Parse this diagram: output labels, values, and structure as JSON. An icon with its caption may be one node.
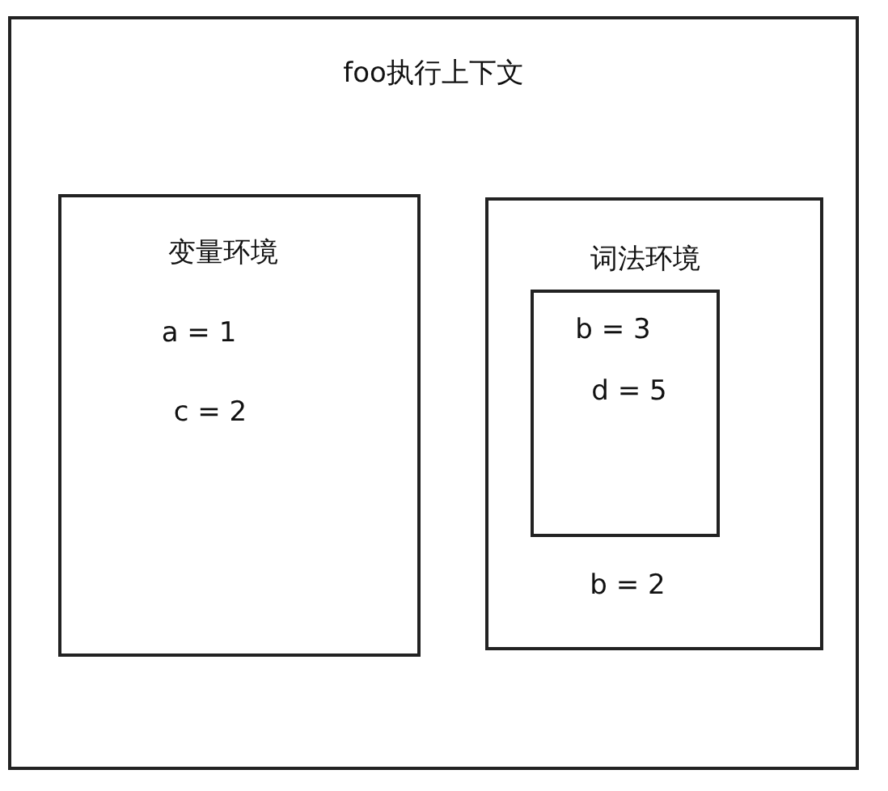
{
  "diagram": {
    "nodes": [
      {
        "text": [
          "foo执行上下文"
        ]
      },
      {
        "text": [
          "变量环境",
          "a = 1",
          "c = 2"
        ],
        "in": 0
      },
      {
        "text": [
          "词法环境",
          "b = 2"
        ],
        "in": 0
      },
      {
        "text": [
          "b = 3",
          "d = 5"
        ],
        "in": 2
      }
    ]
  }
}
